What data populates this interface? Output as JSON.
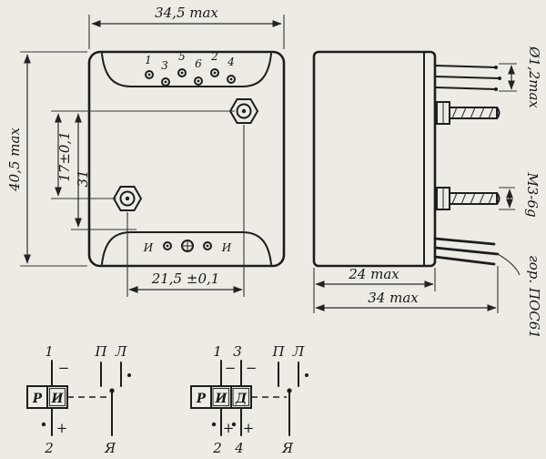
{
  "front_view": {
    "dim_width": "34,5 max",
    "dim_height": "40,5 max",
    "dim_hole_span_v": "17±0,1",
    "dim_31": "31",
    "dim_hole_span_h": "21,5 ±0,1",
    "pin_numbers": [
      "1",
      "3",
      "5",
      "6",
      "2",
      "4"
    ],
    "terminal_left": "И",
    "terminal_right": "И",
    "center_symbol_icon": "circle-plus-terminal-icon"
  },
  "side_view": {
    "dim_depth_body": "24 max",
    "dim_depth_overall": "34 max",
    "dim_pin_dia": "Ø1,2max",
    "dim_thread": "М3-6g",
    "solder_note": "гор. ПОС61"
  },
  "schematic_left": {
    "pin_top": "1",
    "pin_bottom": "2",
    "box_r": "Р",
    "box_i": "И",
    "contact_p": "П",
    "contact_l": "Л",
    "armature": "Я",
    "minus": "−",
    "plus": "+"
  },
  "schematic_right": {
    "pin_top_1": "1",
    "pin_top_3": "3",
    "pin_bottom_2": "2",
    "pin_bottom_4": "4",
    "box_r": "Р",
    "box_i": "И",
    "box_d": "Д",
    "contact_p": "П",
    "contact_l": "Л",
    "armature": "Я",
    "minus": "−",
    "plus": "+"
  }
}
